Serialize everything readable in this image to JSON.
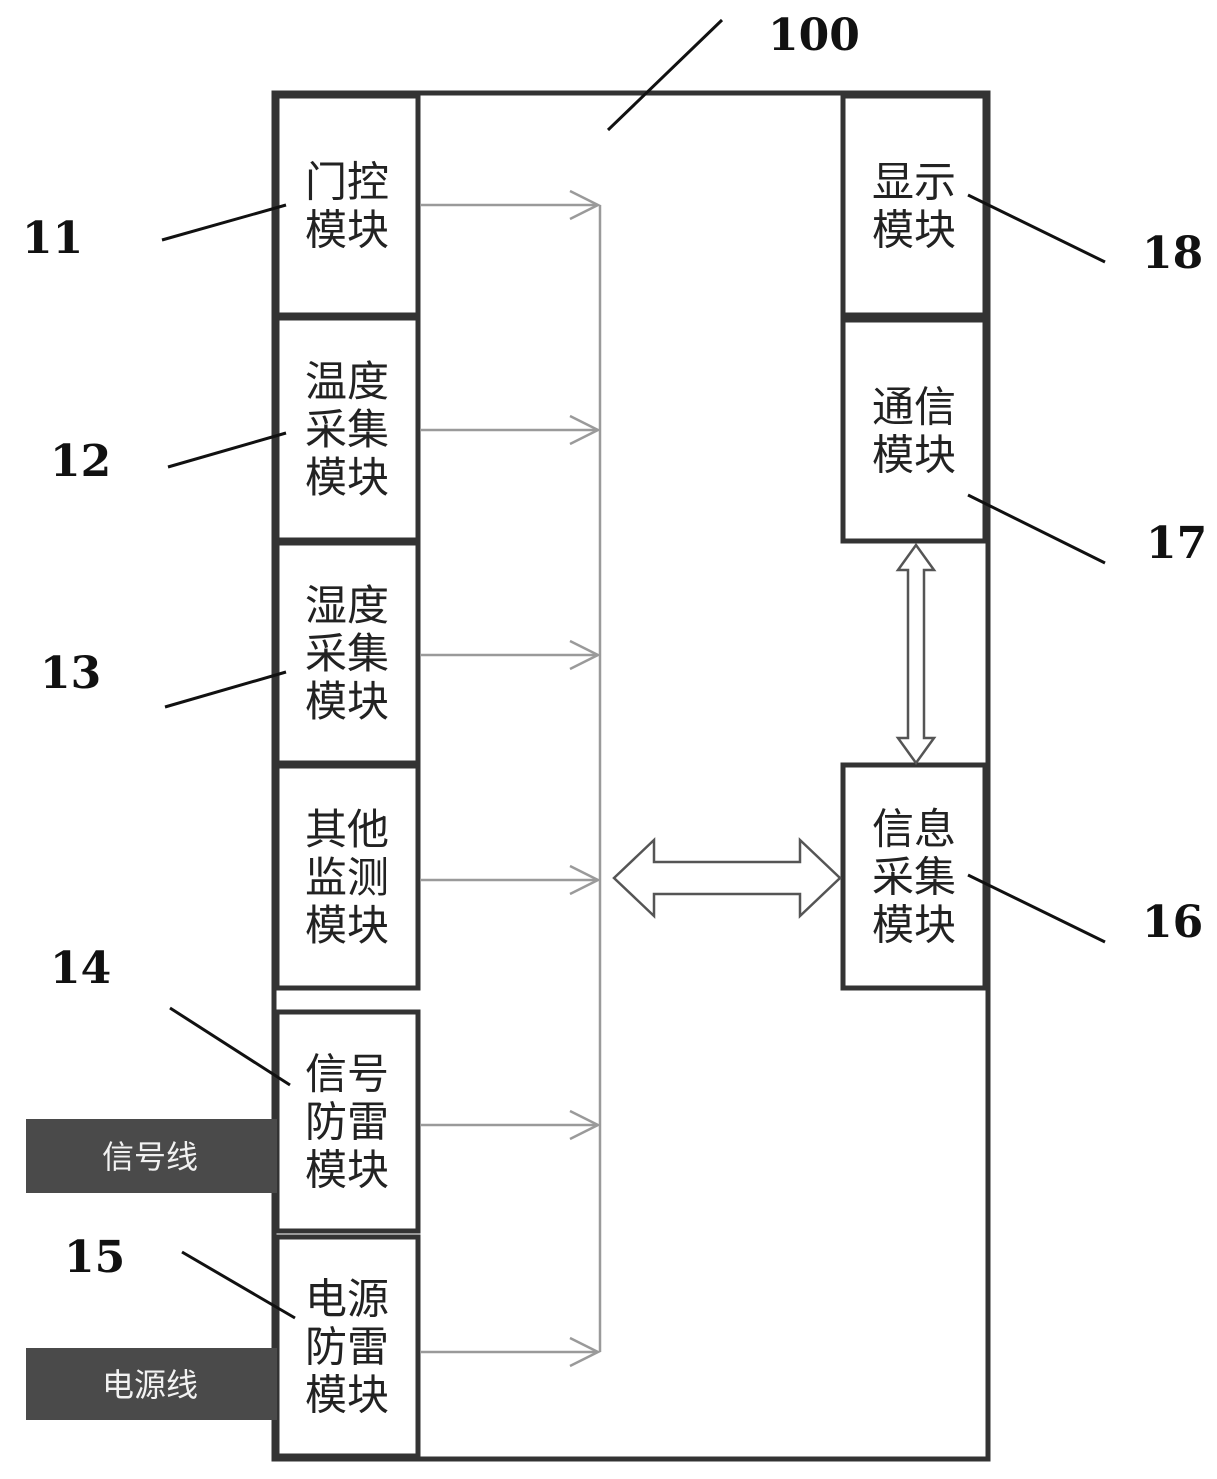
{
  "system_label": "100",
  "modules": [
    {
      "id": "11",
      "lines": [
        "门控",
        "模块"
      ]
    },
    {
      "id": "12",
      "lines": [
        "温度",
        "采集",
        "模块"
      ]
    },
    {
      "id": "13",
      "lines": [
        "湿度",
        "采集",
        "模块"
      ]
    },
    {
      "id": "other",
      "lines": [
        "其他",
        "监测",
        "模块"
      ]
    },
    {
      "id": "14",
      "lines": [
        "信号",
        "防雷",
        "模块"
      ]
    },
    {
      "id": "15",
      "lines": [
        "电源",
        "防雷",
        "模块"
      ]
    },
    {
      "id": "18",
      "lines": [
        "显示",
        "模块"
      ]
    },
    {
      "id": "17",
      "lines": [
        "通信",
        "模块"
      ]
    },
    {
      "id": "16",
      "lines": [
        "信息",
        "采集",
        "模块"
      ]
    }
  ],
  "labels": [
    "11",
    "12",
    "13",
    "14",
    "15",
    "16",
    "17",
    "18"
  ],
  "wires": {
    "signal": "信号线",
    "power": "电源线"
  }
}
